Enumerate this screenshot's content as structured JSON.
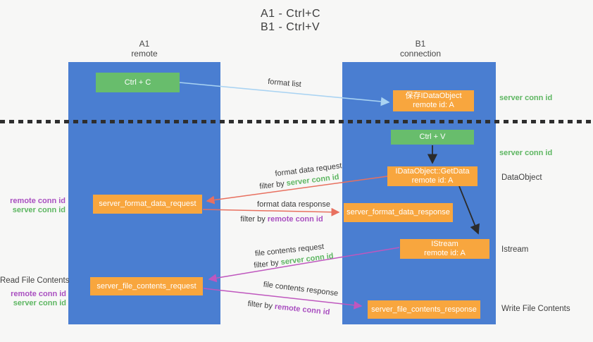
{
  "title": {
    "line1": "A1 - Ctrl+C",
    "line2": "B1 - Ctrl+V"
  },
  "columns": {
    "left": {
      "id": "A1",
      "name": "remote"
    },
    "right": {
      "id": "B1",
      "name": "connection"
    }
  },
  "nodes": {
    "ctrl_c": {
      "label": "Ctrl + C"
    },
    "save_idataobject": {
      "line1": "保存IDataObject",
      "line2": "remote id: A"
    },
    "ctrl_v": {
      "label": "Ctrl + V"
    },
    "getdata": {
      "line1": "IDataObject::GetData",
      "line2": "remote id: A"
    },
    "istream": {
      "line1": "IStream",
      "line2": "remote id: A"
    },
    "format_request": {
      "label": "server_format_data_request"
    },
    "format_response": {
      "label": "server_format_data_response"
    },
    "file_request": {
      "label": "server_file_contents_request"
    },
    "file_response": {
      "label": "server_file_contents_response"
    }
  },
  "labels": {
    "format_list": "format list",
    "format_data_request": "format data request",
    "format_data_response": "format data response",
    "file_contents_request": "file contents request",
    "file_contents_response": "file contents response",
    "filter_by": "filter by",
    "server_conn_id": "server conn id",
    "remote_conn_id": "remote conn id",
    "dataobject": "DataObject",
    "istream": "Istream",
    "read_file_contents": "Read File Contents",
    "write_file_contents": "Write File Contents"
  },
  "colors": {
    "column_blue": "#4a7ed1",
    "box_green": "#68bd6c",
    "box_orange": "#f8a63e",
    "text_green": "#5db661",
    "text_purple": "#a94fc0",
    "arrow_red": "#e8705f",
    "arrow_magenta": "#bf57be",
    "arrow_lightblue": "#a9d3f2",
    "arrow_black": "#2b2b2b"
  }
}
